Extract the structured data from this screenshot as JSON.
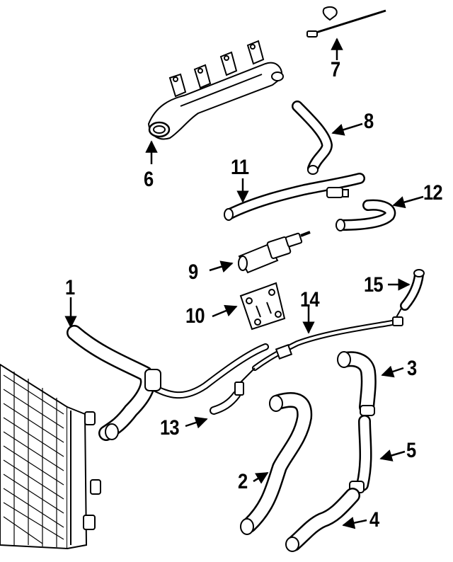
{
  "diagram": {
    "parts": [
      {
        "id": "part-1",
        "callout": "1"
      },
      {
        "id": "part-2",
        "callout": "2"
      },
      {
        "id": "part-3",
        "callout": "3"
      },
      {
        "id": "part-4",
        "callout": "4"
      },
      {
        "id": "part-5",
        "callout": "5"
      },
      {
        "id": "part-6",
        "callout": "6"
      },
      {
        "id": "part-7",
        "callout": "7"
      },
      {
        "id": "part-8",
        "callout": "8"
      },
      {
        "id": "part-9",
        "callout": "9"
      },
      {
        "id": "part-10",
        "callout": "10"
      },
      {
        "id": "part-11",
        "callout": "11"
      },
      {
        "id": "part-12",
        "callout": "12"
      },
      {
        "id": "part-13",
        "callout": "13"
      },
      {
        "id": "part-14",
        "callout": "14"
      },
      {
        "id": "part-15",
        "callout": "15"
      }
    ],
    "colors": {
      "ink": "#000000",
      "paper": "#ffffff"
    }
  }
}
